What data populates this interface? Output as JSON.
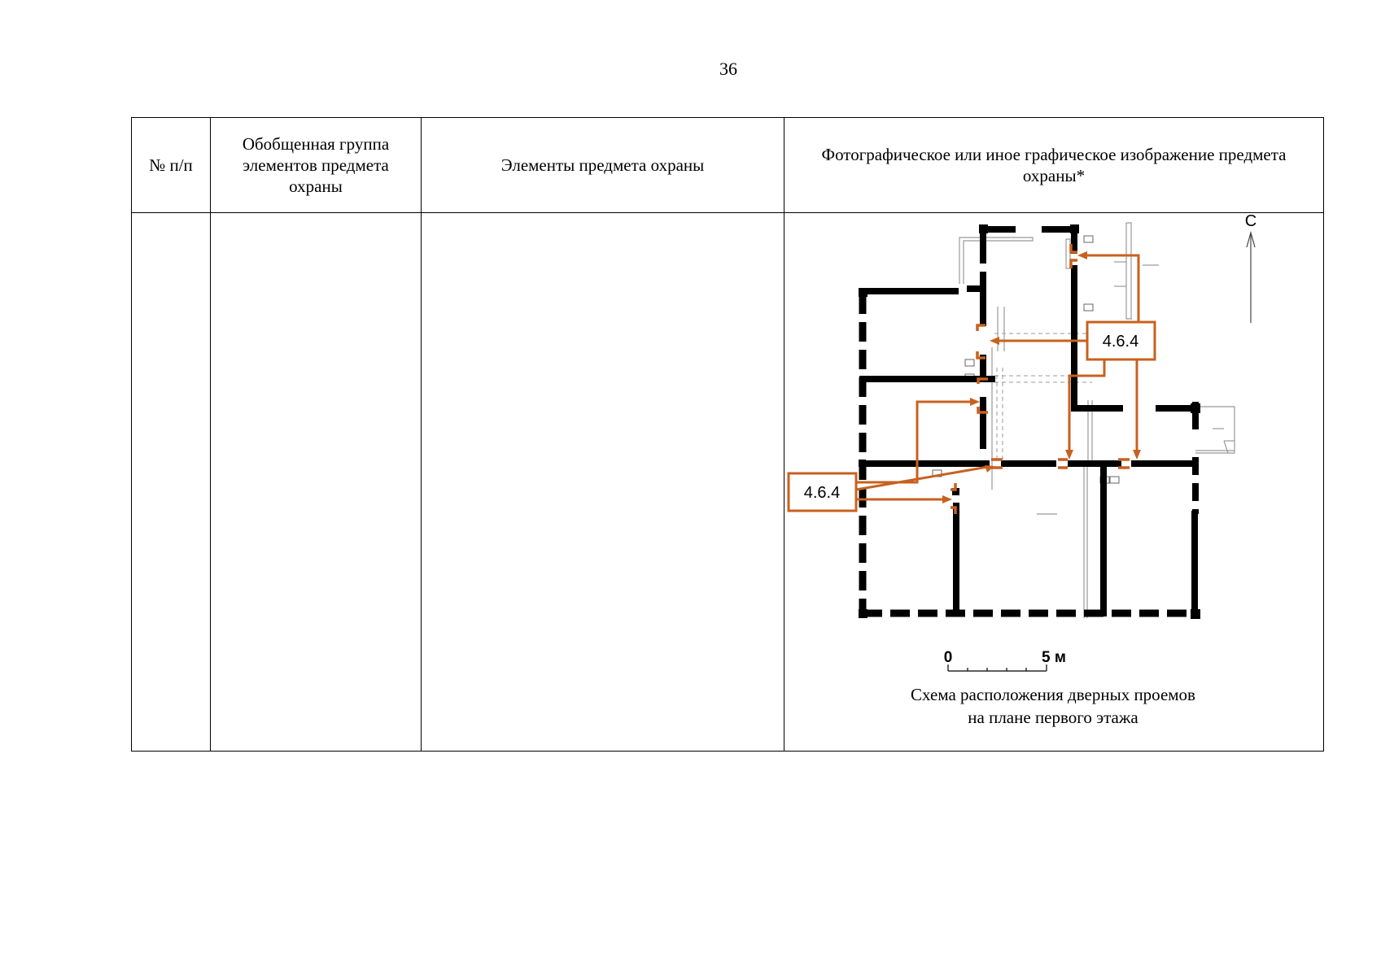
{
  "page_number": "36",
  "table": {
    "headers": {
      "num": "№ п/п",
      "group": "Обобщенная группа элементов предмета охраны",
      "elements": "Элементы предмета охраны",
      "image": "Фотографическое или иное графическое изображение предмета охраны*"
    },
    "row": {
      "num": "",
      "group": "",
      "elements": ""
    }
  },
  "plan": {
    "north_label": "С",
    "callout_top": "4.6.4",
    "callout_left": "4.6.4",
    "scale_start": "0",
    "scale_end": "5 м",
    "caption_line1": "Схема расположения дверных проемов",
    "caption_line2": "на плане первого этажа",
    "accent_color": "#c8611f",
    "wall_color": "#000000"
  }
}
